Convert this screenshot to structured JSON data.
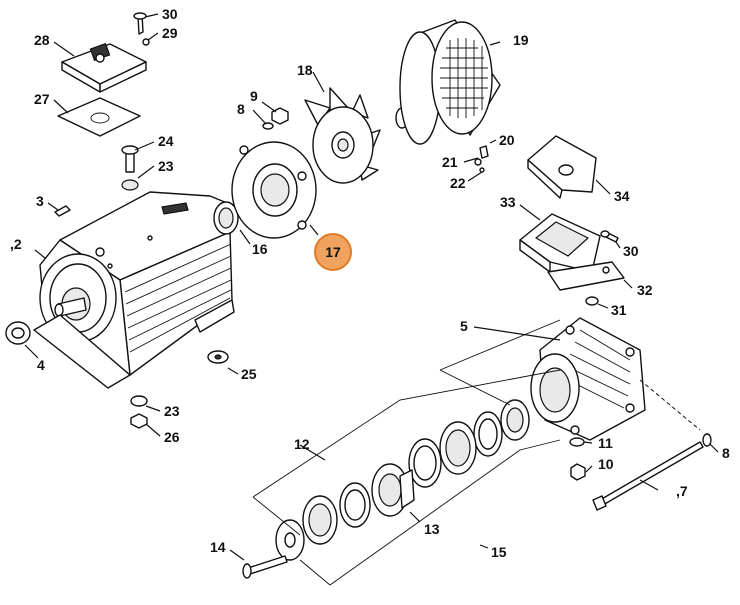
{
  "callouts": [
    {
      "id": "c30a",
      "text": "30"
    },
    {
      "id": "c29",
      "text": "29"
    },
    {
      "id": "c28",
      "text": "28"
    },
    {
      "id": "c27",
      "text": "27"
    },
    {
      "id": "c24",
      "text": "24"
    },
    {
      "id": "c23a",
      "text": "23"
    },
    {
      "id": "c3",
      "text": "3"
    },
    {
      "id": "c2",
      "text": ",2"
    },
    {
      "id": "c4",
      "text": "4"
    },
    {
      "id": "c25",
      "text": "25"
    },
    {
      "id": "c23b",
      "text": "23"
    },
    {
      "id": "c26",
      "text": "26"
    },
    {
      "id": "c9",
      "text": "9"
    },
    {
      "id": "c8a",
      "text": "8"
    },
    {
      "id": "c18",
      "text": "18"
    },
    {
      "id": "c16",
      "text": "16"
    },
    {
      "id": "c17",
      "text": "17"
    },
    {
      "id": "c19",
      "text": "19"
    },
    {
      "id": "c20",
      "text": "20"
    },
    {
      "id": "c21",
      "text": "21"
    },
    {
      "id": "c22",
      "text": "22"
    },
    {
      "id": "c34",
      "text": "34"
    },
    {
      "id": "c33",
      "text": "33"
    },
    {
      "id": "c30b",
      "text": "30"
    },
    {
      "id": "c32",
      "text": "32"
    },
    {
      "id": "c31",
      "text": "31"
    },
    {
      "id": "c5",
      "text": "5"
    },
    {
      "id": "c12",
      "text": "12"
    },
    {
      "id": "c11",
      "text": "11"
    },
    {
      "id": "c10",
      "text": "10"
    },
    {
      "id": "c8b",
      "text": "8"
    },
    {
      "id": "c7",
      "text": ",7"
    },
    {
      "id": "c13",
      "text": "13"
    },
    {
      "id": "c14",
      "text": "14"
    },
    {
      "id": "c15",
      "text": "15"
    }
  ],
  "highlight": {
    "text": "17",
    "color": "#f0a35e",
    "border": "#e07b2a"
  }
}
